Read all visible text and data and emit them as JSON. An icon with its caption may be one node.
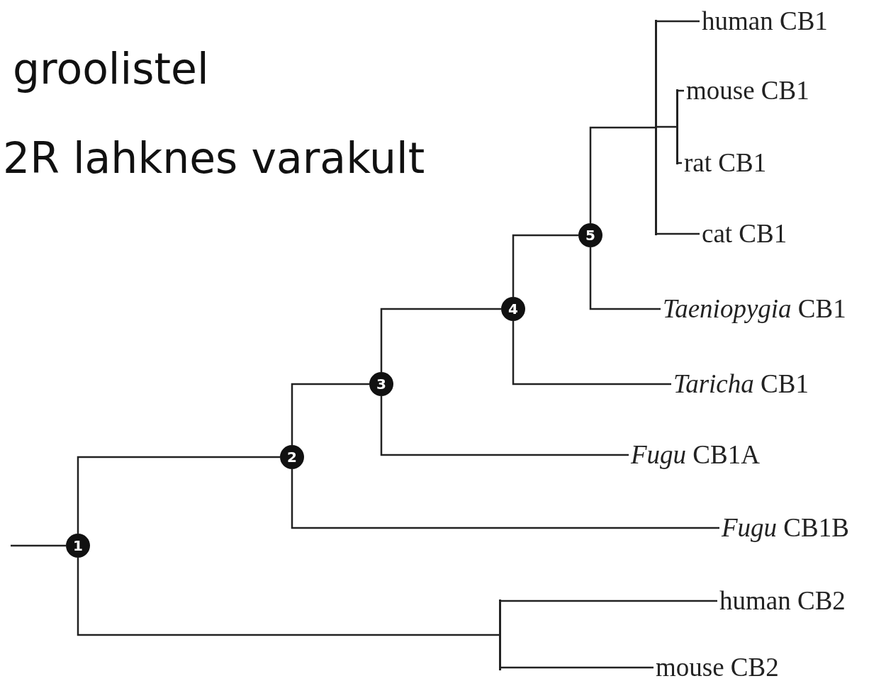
{
  "diagram": {
    "nodes": [
      {
        "text": [
          "1"
        ]
      },
      {
        "text": [
          "2"
        ]
      },
      {
        "text": [
          "3"
        ]
      },
      {
        "text": [
          "4"
        ]
      },
      {
        "text": [
          "5"
        ]
      },
      {
        "text": [],
        "shape": "bar"
      },
      {
        "text": [],
        "shape": "bar"
      },
      {
        "text": [],
        "shape": "bar"
      },
      {
        "text": [
          "human CB1"
        ]
      },
      {
        "text": [
          "mouse CB1"
        ]
      },
      {
        "text": [
          "rat CB1"
        ]
      },
      {
        "text": [
          "cat CB1"
        ]
      },
      {
        "text": [
          "*Taeniopygia* CB1"
        ]
      },
      {
        "text": [
          "*Taricha* CB1"
        ]
      },
      {
        "text": [
          "*Fugu* CB1A"
        ]
      },
      {
        "text": [
          "*Fugu* CB1B"
        ]
      },
      {
        "text": [
          "human CB2"
        ]
      },
      {
        "text": [
          "mouse CB2"
        ]
      }
    ],
    "edges": [
      {
        "from": null,
        "to": 0,
        "arrow": "none"
      },
      {
        "from": 0,
        "to": 1,
        "arrow": "none"
      },
      {
        "from": 0,
        "to": 5,
        "arrow": "none"
      },
      {
        "from": 1,
        "to": 2,
        "arrow": "none"
      },
      {
        "from": 1,
        "to": 15,
        "arrow": "none"
      },
      {
        "from": 2,
        "to": 3,
        "arrow": "none"
      },
      {
        "from": 2,
        "to": 14,
        "arrow": "none"
      },
      {
        "from": 3,
        "to": 4,
        "arrow": "none"
      },
      {
        "from": 3,
        "to": 13,
        "arrow": "none"
      },
      {
        "from": 4,
        "to": 6,
        "arrow": "none"
      },
      {
        "from": 4,
        "to": 12,
        "arrow": "none"
      },
      {
        "from": 6,
        "to": 8,
        "arrow": "none"
      },
      {
        "from": 6,
        "to": 7,
        "arrow": "none"
      },
      {
        "from": 6,
        "to": 11,
        "arrow": "none"
      },
      {
        "from": 7,
        "to": 9,
        "arrow": "none"
      },
      {
        "from": 7,
        "to": 10,
        "arrow": "none"
      },
      {
        "from": 5,
        "to": 16,
        "arrow": "none"
      },
      {
        "from": 5,
        "to": 17,
        "arrow": "none"
      }
    ],
    "labels": [
      "groolistel",
      "2R lahknes varakult"
    ]
  }
}
